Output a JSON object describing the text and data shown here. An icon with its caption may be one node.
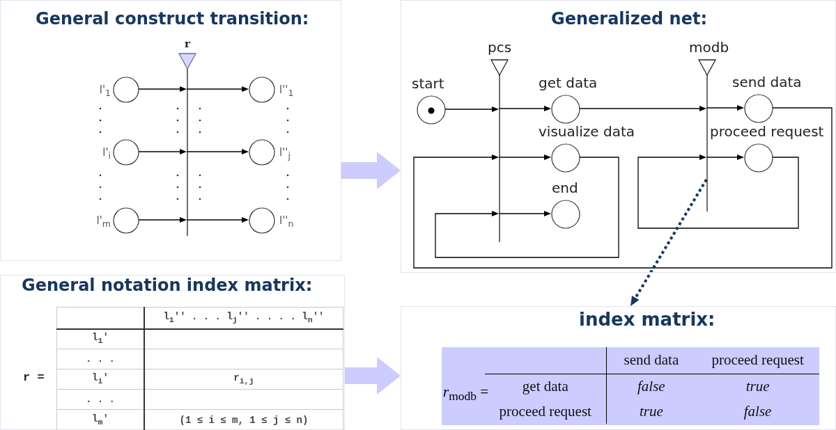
{
  "diagram": {
    "nodes": [
      {
        "text": [
          "General construct transition:"
        ]
      },
      {
        "text": [
          "r"
        ],
        "in": 0
      },
      {
        "text": [
          "l'$_{1}$"
        ],
        "in": 0
      },
      {
        "text": [
          "l'$_{i}$"
        ],
        "in": 0
      },
      {
        "text": [
          "l'$_{m}$"
        ],
        "in": 0
      },
      {
        "text": [
          "l''$_{1}$"
        ],
        "in": 0
      },
      {
        "text": [
          "l''$_{j}$"
        ],
        "in": 0
      },
      {
        "text": [
          "l''$_{n}$"
        ],
        "in": 0
      },
      {
        "text": [
          "Generalized net:"
        ]
      },
      {
        "text": [
          "pcs"
        ],
        "in": 8
      },
      {
        "text": [
          "modb"
        ],
        "in": 8
      },
      {
        "text": [
          "start"
        ],
        "in": 8
      },
      {
        "text": [
          "get data"
        ],
        "in": 8
      },
      {
        "text": [
          "visualize data"
        ],
        "in": 8
      },
      {
        "text": [
          "end"
        ],
        "in": 8
      },
      {
        "text": [
          "send data"
        ],
        "in": 8
      },
      {
        "text": [
          "proceed request"
        ],
        "in": 8
      },
      {
        "text": [
          "General notation index matrix:"
        ]
      },
      {
        "text": [
          "index matrix:"
        ]
      }
    ],
    "edges": [
      {
        "from": 2,
        "to": 1,
        "arrow": "to"
      },
      {
        "from": 3,
        "to": 1,
        "arrow": "to"
      },
      {
        "from": 4,
        "to": 1,
        "arrow": "to"
      },
      {
        "from": 1,
        "to": 5,
        "arrow": "to"
      },
      {
        "from": 1,
        "to": 6,
        "arrow": "to"
      },
      {
        "from": 1,
        "to": 7,
        "arrow": "to"
      },
      {
        "from": 0,
        "to": 8,
        "arrow": "to",
        "style": "thick",
        "color": "#ccccff"
      },
      {
        "from": 11,
        "to": 9,
        "arrow": "to"
      },
      {
        "from": 9,
        "to": 12,
        "arrow": "to"
      },
      {
        "from": 12,
        "to": 10,
        "arrow": "to"
      },
      {
        "from": 10,
        "to": 15,
        "arrow": "to"
      },
      {
        "from": 15,
        "to": 9,
        "arrow": "to"
      },
      {
        "from": 9,
        "to": 13,
        "arrow": "to"
      },
      {
        "from": 13,
        "to": 9,
        "arrow": "to"
      },
      {
        "from": 9,
        "to": 14,
        "arrow": "to"
      },
      {
        "from": 16,
        "to": 10,
        "arrow": "to"
      },
      {
        "from": 10,
        "to": 16,
        "arrow": "to"
      },
      {
        "from": 10,
        "to": 18,
        "arrow": "to",
        "style": "dashed",
        "color": "#17375e"
      },
      {
        "from": 17,
        "to": 18,
        "arrow": "to",
        "style": "thick",
        "color": "#ccccff"
      }
    ],
    "labels": [
      "r =",
      "l$_{1}$'' . . . l$_{j}$'' . . . . l$_{n}$''",
      "l$_{1}$'",
      ". . .",
      "l$_{i}$'",
      "r$_{i,j}$",
      ". . .",
      "l$_{m}$'",
      "(1 ≤ i ≤ m, 1 ≤ j ≤ n)",
      "*r*$_{modb}$ =",
      "send data",
      "proceed request",
      "get data",
      "false",
      "true",
      "proceed request",
      "true",
      "false"
    ]
  }
}
